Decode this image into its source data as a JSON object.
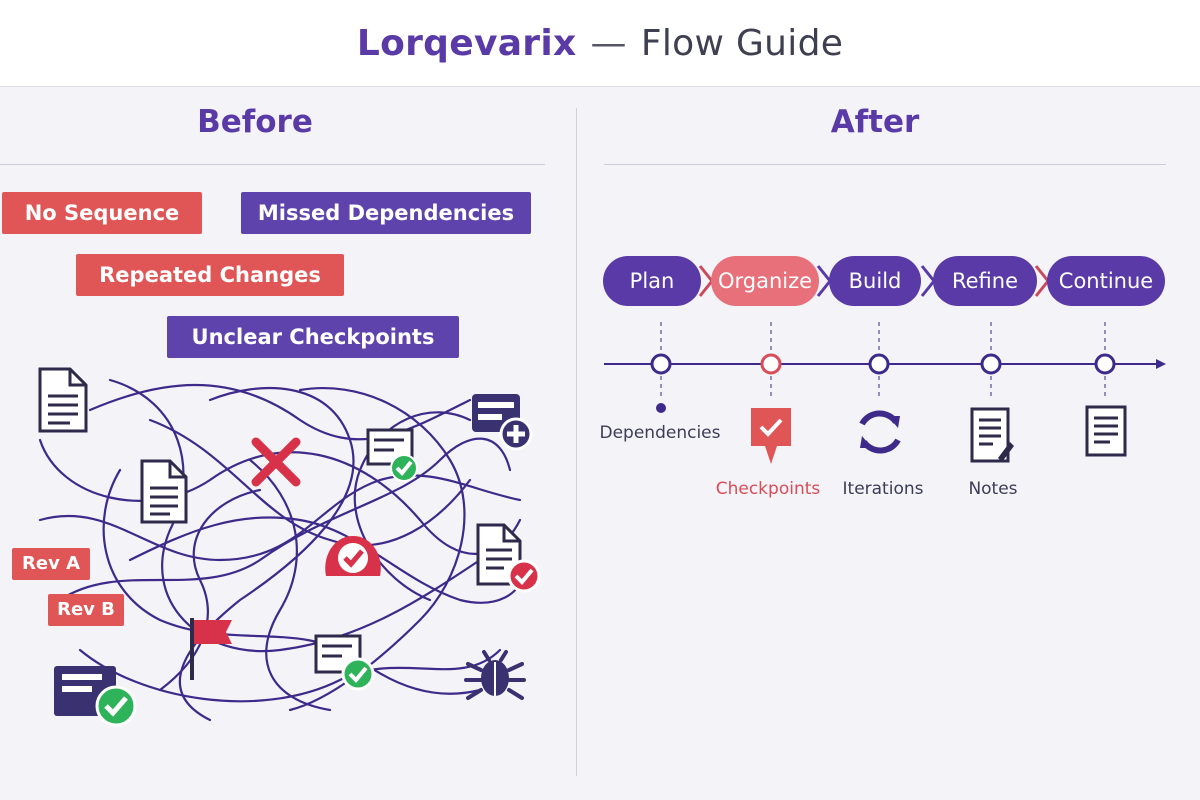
{
  "header": {
    "brand": "Lorqevarix",
    "separator": "—",
    "subtitle": "Flow Guide"
  },
  "before": {
    "title": "Before",
    "tags": [
      {
        "label": "No Sequence",
        "color": "#e05555"
      },
      {
        "label": "Missed Dependencies",
        "color": "#5f43ad"
      },
      {
        "label": "Repeated Changes",
        "color": "#e05555"
      },
      {
        "label": "Unclear Checkpoints",
        "color": "#5f43ad"
      }
    ],
    "revisions": [
      "Rev A",
      "Rev B"
    ],
    "icons": [
      "document-icon",
      "form-plus-icon",
      "cross-mark-icon",
      "checked-card-icon",
      "document-icon",
      "check-badge-icon",
      "document-check-icon",
      "flag-icon",
      "checked-card-icon",
      "chat-check-icon",
      "bug-icon"
    ]
  },
  "after": {
    "title": "After",
    "steps": [
      "Plan",
      "Organize",
      "Build",
      "Refine",
      "Continue"
    ],
    "step_labels": [
      "Dependencies",
      "Checkpoints",
      "Iterations",
      "Notes"
    ],
    "icons": [
      "dot-icon",
      "checkpoint-flag-icon",
      "refresh-icon",
      "note-icon",
      "document-icon"
    ]
  },
  "colors": {
    "purple": "#5a3aa7",
    "red": "#e05555",
    "pink": "#e8707a",
    "green": "#2fb35a",
    "line": "#3d2a8a"
  }
}
